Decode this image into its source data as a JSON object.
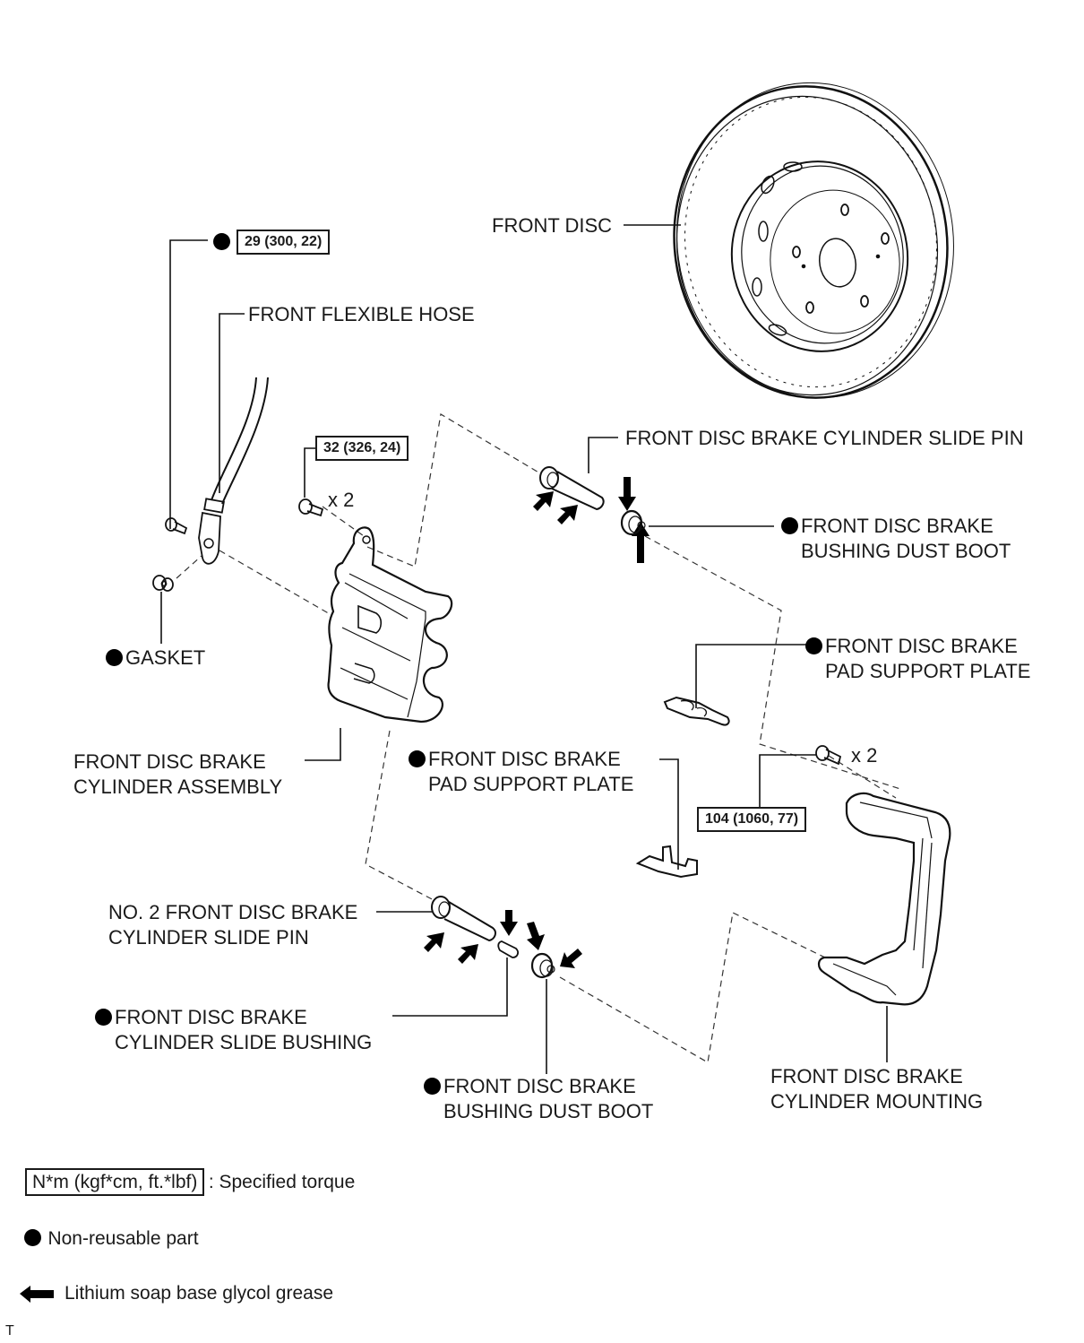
{
  "diagram": {
    "title": "Front disc brake exploded view",
    "labels": {
      "front_disc": "FRONT DISC",
      "front_flexible_hose": "FRONT FLEXIBLE HOSE",
      "gasket": "GASKET",
      "cylinder_assembly_l1": "FRONT DISC BRAKE",
      "cylinder_assembly_l2": "CYLINDER ASSEMBLY",
      "slide_pin": "FRONT DISC BRAKE CYLINDER SLIDE PIN",
      "bushing_dust_boot_upper_l1": "FRONT DISC BRAKE",
      "bushing_dust_boot_upper_l2": "BUSHING DUST BOOT",
      "pad_support_plate_upper_l1": "FRONT DISC BRAKE",
      "pad_support_plate_upper_l2": "PAD SUPPORT PLATE",
      "pad_support_plate_lower_l1": "FRONT DISC BRAKE",
      "pad_support_plate_lower_l2": "PAD SUPPORT PLATE",
      "no2_slide_pin_l1": "NO. 2 FRONT DISC BRAKE",
      "no2_slide_pin_l2": "CYLINDER SLIDE PIN",
      "slide_bushing_l1": "FRONT DISC BRAKE",
      "slide_bushing_l2": "CYLINDER SLIDE BUSHING",
      "bushing_dust_boot_lower_l1": "FRONT DISC BRAKE",
      "bushing_dust_boot_lower_l2": "BUSHING DUST BOOT",
      "cylinder_mounting_l1": "FRONT DISC BRAKE",
      "cylinder_mounting_l2": "CYLINDER MOUNTING"
    },
    "torques": {
      "union_bolt": "29 (300, 22)",
      "cylinder_bolt": "32 (326, 24)",
      "mounting_bolt": "104 (1060, 77)"
    },
    "quantities": {
      "cylinder_bolt": "x 2",
      "mounting_bolt": "x 2"
    }
  },
  "legend": {
    "torque_box": "N*m (kgf*cm, ft.*lbf)",
    "torque_text": ": Specified torque",
    "non_reusable": "Non-reusable part",
    "grease": "Lithium soap base glycol grease"
  },
  "corner_mark": "T"
}
